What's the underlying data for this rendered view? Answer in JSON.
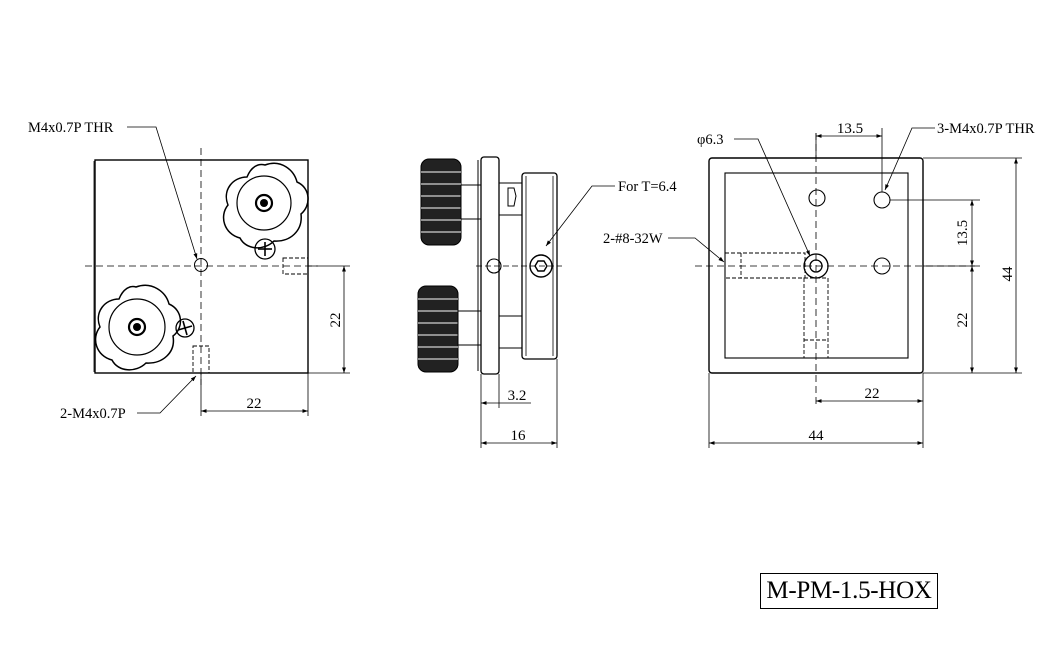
{
  "drawing": {
    "part_number": "M-PM-1.5-HOX",
    "front_view": {
      "center_hole_label": "M4x0.7P THR",
      "side_holes_label": "2-M4x0.7P",
      "dim_vertical": "22",
      "dim_horizontal": "22"
    },
    "side_view": {
      "screw_note": "For T=6.4",
      "dim_small": "3.2",
      "dim_width": "16"
    },
    "rear_view": {
      "bore_label": "φ6.3",
      "screw_label": "2-#8-32W",
      "holes_label": "3-M4x0.7P THR",
      "dim_top": "13.5",
      "dim_side": "13.5",
      "dim_vertical_22": "22",
      "dim_horizontal_22": "22",
      "dim_height": "44",
      "dim_width": "44"
    }
  }
}
